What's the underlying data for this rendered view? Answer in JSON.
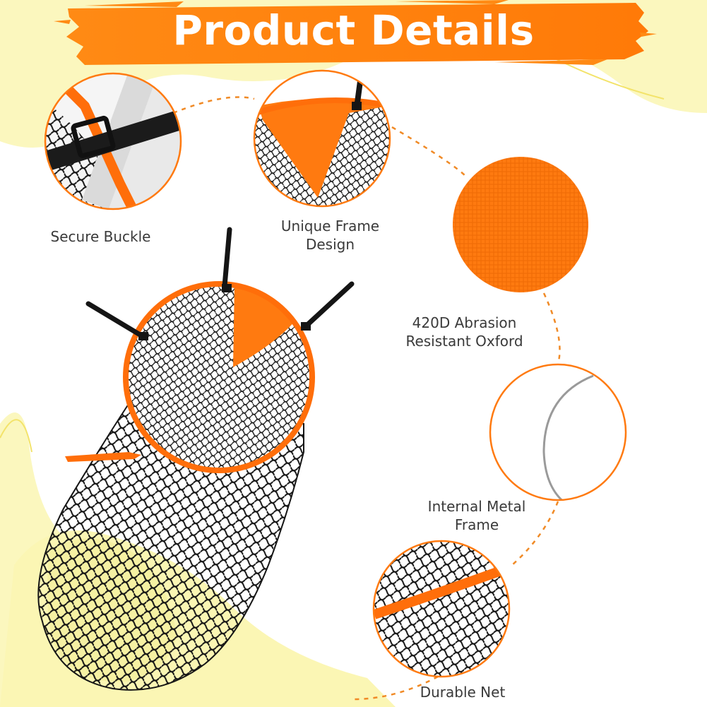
{
  "title": "Product Details",
  "features": [
    {
      "name": "secure-buckle",
      "lines": [
        "Secure Buckle"
      ]
    },
    {
      "name": "unique-frame-design",
      "lines": [
        "Unique Frame",
        "Design"
      ]
    },
    {
      "name": "oxford-fabric",
      "lines": [
        "420D Abrasion",
        "Resistant Oxford"
      ]
    },
    {
      "name": "internal-metal-frame",
      "lines": [
        "Internal Metal",
        "Frame"
      ]
    },
    {
      "name": "durable-net",
      "lines": [
        "Durable Net"
      ]
    }
  ],
  "colors": {
    "accent": "#ff7a0e",
    "yellow_blob": "#fbf6b4",
    "net": "#151515",
    "text": "#3a3a3a"
  }
}
